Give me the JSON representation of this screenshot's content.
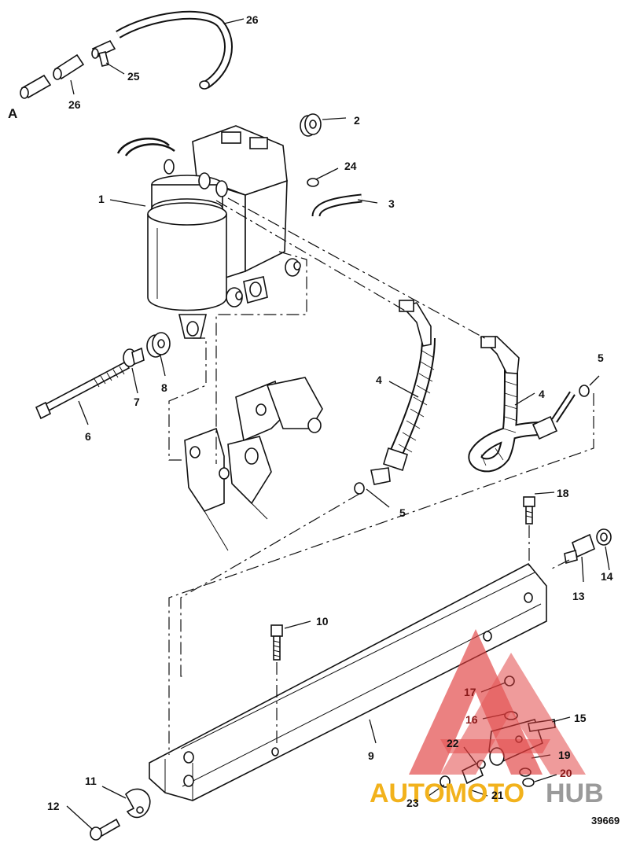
{
  "view_label": "A",
  "document_number": "39669",
  "callouts": [
    {
      "id": "c26a",
      "text": "26"
    },
    {
      "id": "c25",
      "text": "25"
    },
    {
      "id": "c26b",
      "text": "26"
    },
    {
      "id": "c2",
      "text": "2"
    },
    {
      "id": "c24",
      "text": "24"
    },
    {
      "id": "c1",
      "text": "1"
    },
    {
      "id": "c3",
      "text": "3"
    },
    {
      "id": "c4a",
      "text": "4"
    },
    {
      "id": "c4b",
      "text": "4"
    },
    {
      "id": "c5a",
      "text": "5"
    },
    {
      "id": "c5b",
      "text": "5"
    },
    {
      "id": "c7",
      "text": "7"
    },
    {
      "id": "c8",
      "text": "8"
    },
    {
      "id": "c6",
      "text": "6"
    },
    {
      "id": "c18",
      "text": "18"
    },
    {
      "id": "c13",
      "text": "13"
    },
    {
      "id": "c14",
      "text": "14"
    },
    {
      "id": "c10",
      "text": "10"
    },
    {
      "id": "c17",
      "text": "17"
    },
    {
      "id": "c16",
      "text": "16"
    },
    {
      "id": "c15",
      "text": "15"
    },
    {
      "id": "c9",
      "text": "9"
    },
    {
      "id": "c22",
      "text": "22"
    },
    {
      "id": "c19",
      "text": "19"
    },
    {
      "id": "c20",
      "text": "20"
    },
    {
      "id": "c11",
      "text": "11"
    },
    {
      "id": "c12",
      "text": "12"
    },
    {
      "id": "c23",
      "text": "23"
    },
    {
      "id": "c21",
      "text": "21"
    }
  ],
  "watermark": {
    "auto": "AUTOMOTO",
    "hub": "HUB",
    "auto_color": "#f2b21c",
    "hub_color": "#9a9a9a",
    "triangle_color": "#e03a3a"
  }
}
